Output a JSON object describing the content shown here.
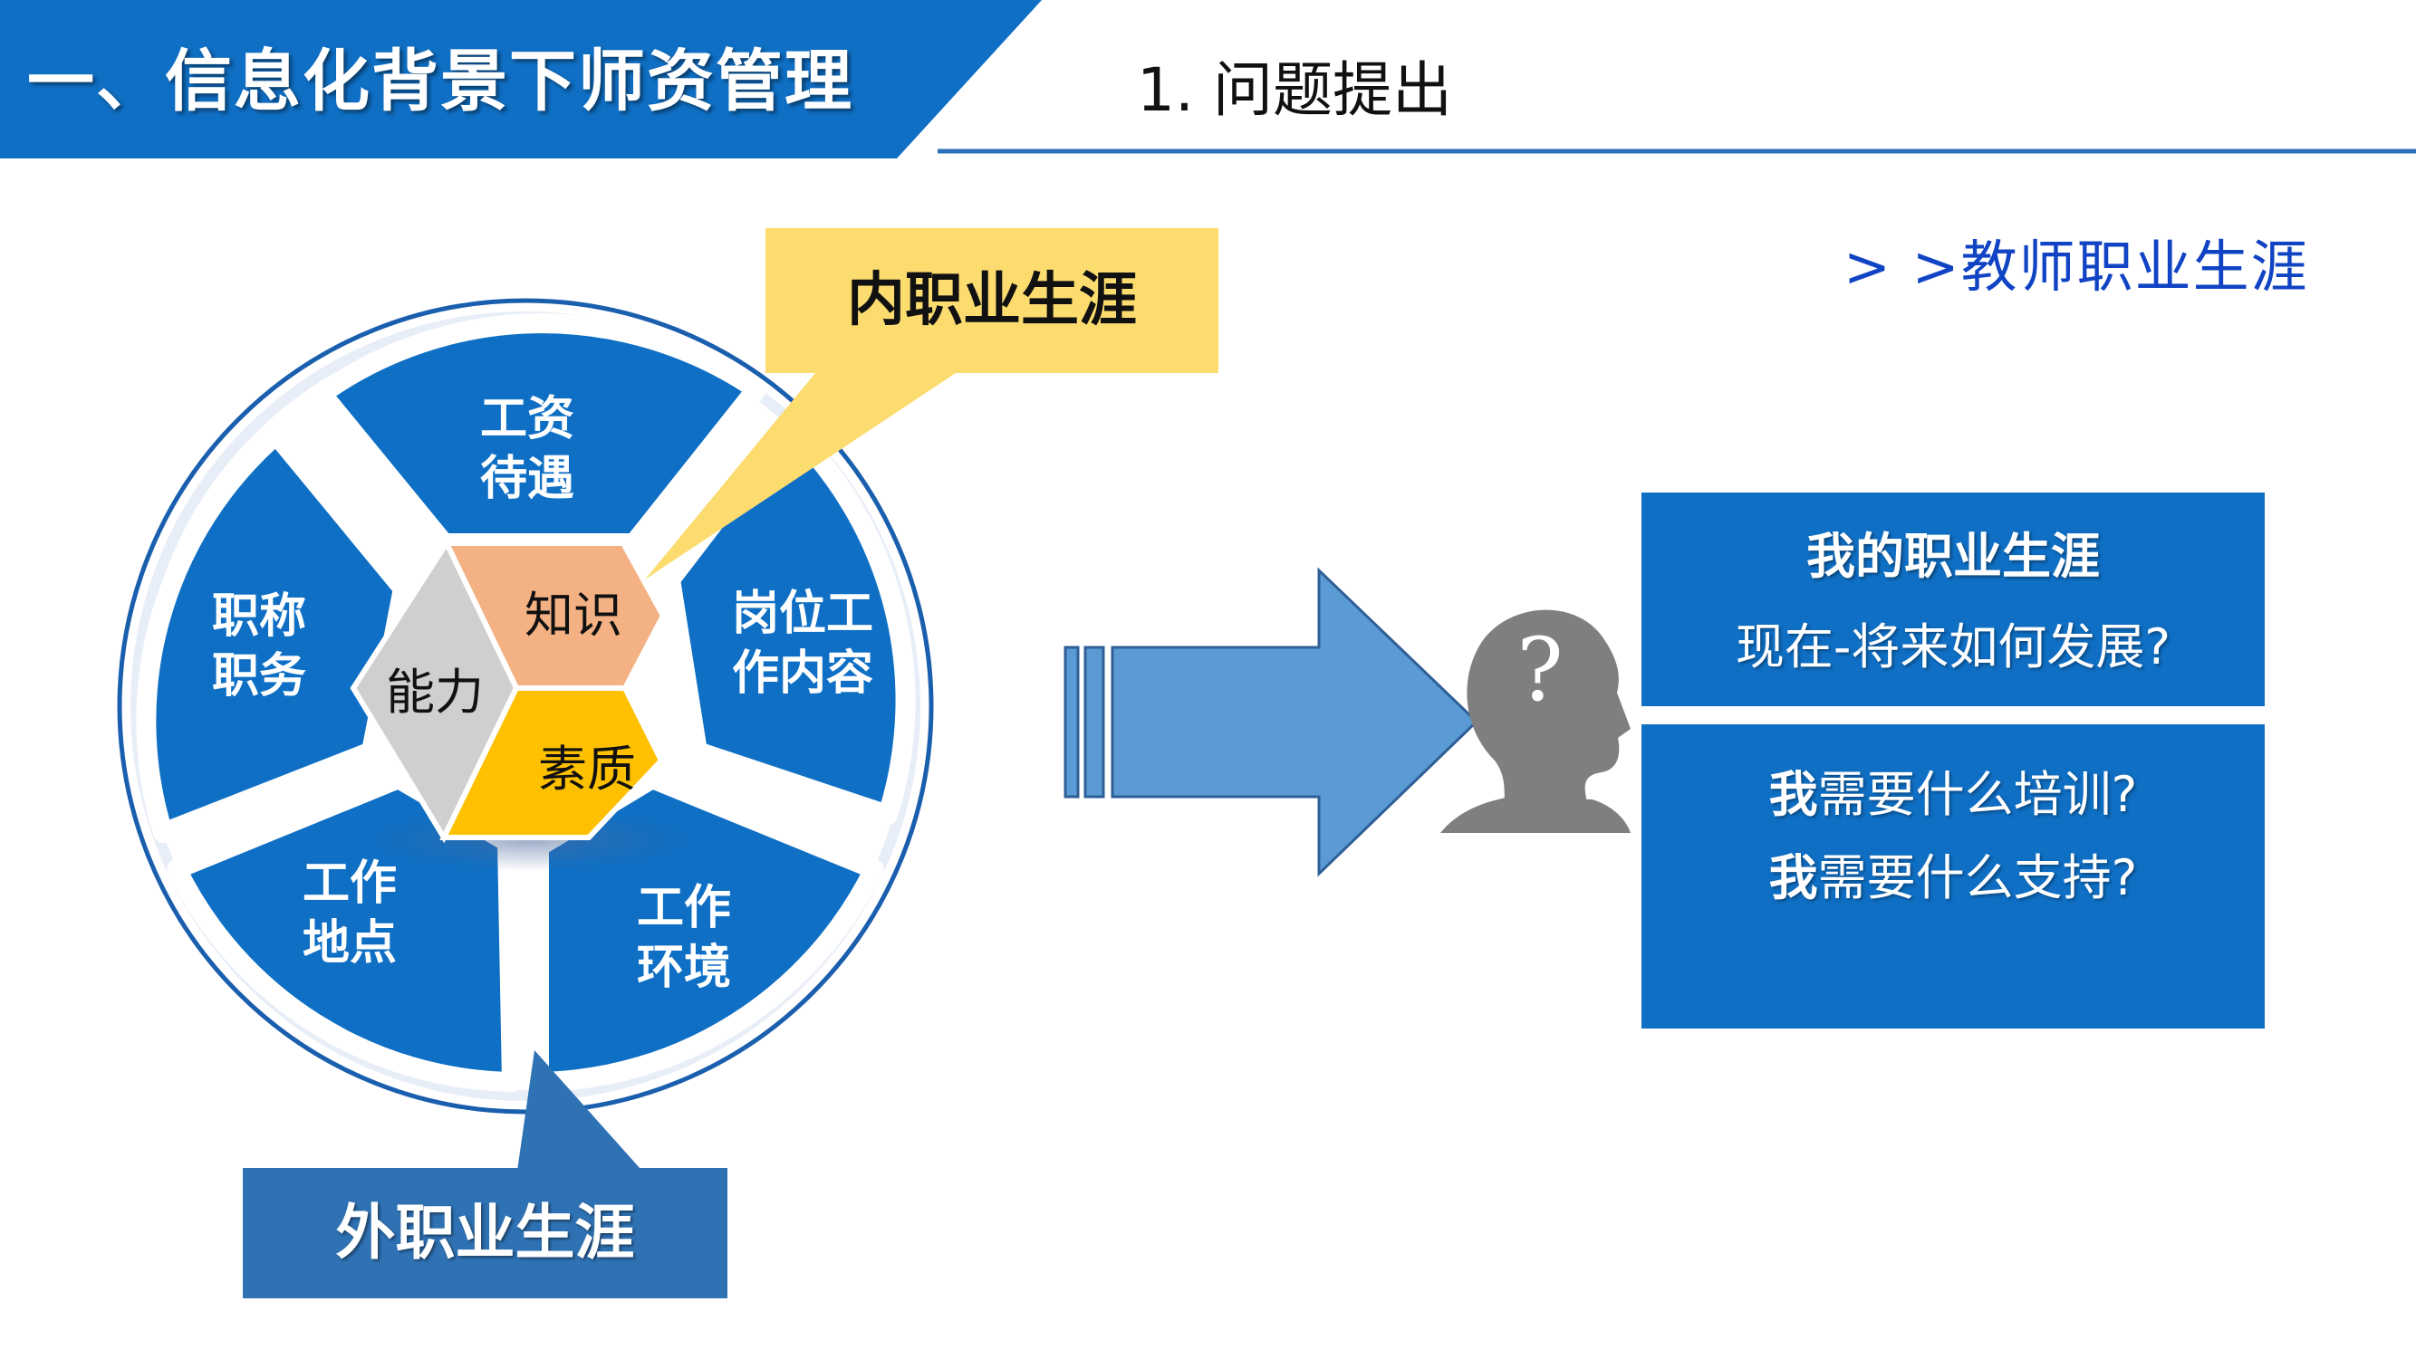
{
  "header": {
    "title": "一、信息化背景下师资管理",
    "section": "1. 问题提出",
    "subtopic": "> >教师职业生涯"
  },
  "wheel": {
    "segments": [
      {
        "line1": "工资",
        "line2": "待遇"
      },
      {
        "line1": "岗位工",
        "line2": "作内容"
      },
      {
        "line1": "工作",
        "line2": "环境"
      },
      {
        "line1": "工作",
        "line2": "地点"
      },
      {
        "line1": "职称",
        "line2": "职务"
      }
    ],
    "cube": {
      "knowledge": "知识",
      "ability": "能力",
      "quality": "素质"
    }
  },
  "callouts": {
    "inner": "内职业生涯",
    "outer": "外职业生涯"
  },
  "head_icon": {
    "symbol": "?",
    "icon": "person-head-question-icon"
  },
  "info": {
    "title": "我的职业生涯",
    "line1": "现在-将来如何发展?",
    "q1_bold": "我",
    "q1_rest": "需要什么培训?",
    "q2_bold": "我",
    "q2_rest": "需要什么支持?"
  },
  "colors": {
    "primary_blue": "#0f6fc4",
    "dark_blue": "#2f72b4",
    "arrow_blue": "#5b9bd5",
    "yellow": "#fcdc6e",
    "peach": "#f4b183",
    "gold": "#ffc000",
    "gray": "#cfcfcf",
    "link_blue": "#1144c4"
  }
}
